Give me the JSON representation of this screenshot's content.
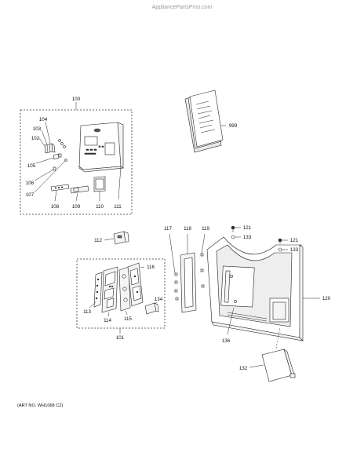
{
  "watermark": "AppliancePartsPros.com",
  "art_number": "(ART NO. WH1068 C2)",
  "callouts": {
    "c100": "100",
    "c101": "101",
    "c102": "102",
    "c103": "103",
    "c104": "104",
    "c105": "105",
    "c106": "106",
    "c107": "107",
    "c108": "108",
    "c109": "109",
    "c110": "110",
    "c111": "111",
    "c112": "112",
    "c113": "113",
    "c114": "114",
    "c115": "115",
    "c116": "116",
    "c117": "117",
    "c118": "118",
    "c119": "119",
    "c120": "120",
    "c121a": "121",
    "c121b": "121",
    "c132": "132",
    "c133a": "133",
    "c133b": "133",
    "c134": "134",
    "c136": "136",
    "c999": "999"
  }
}
